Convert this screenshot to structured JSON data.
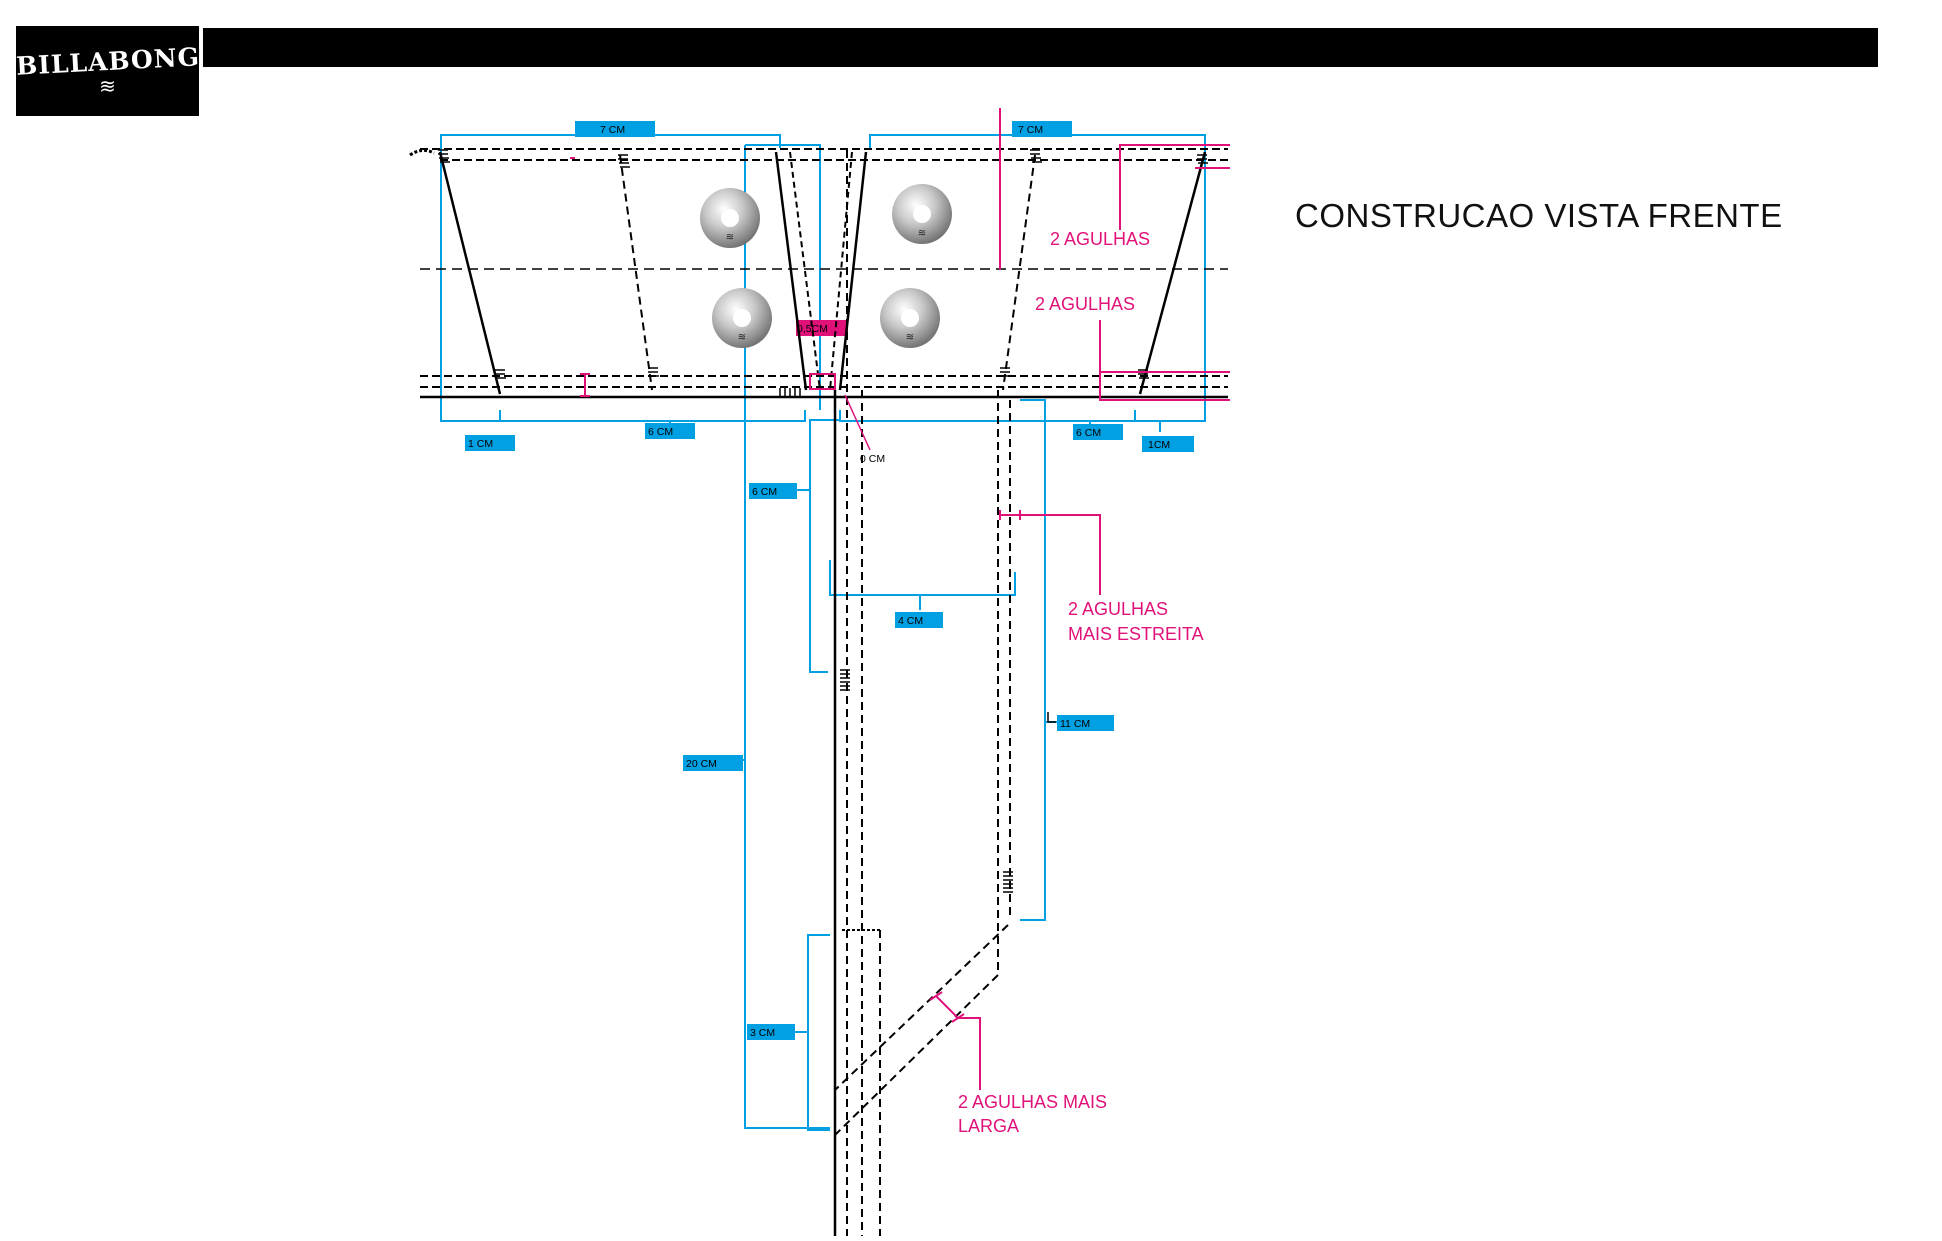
{
  "brand": {
    "name": "BILLABONG",
    "mark": "≋"
  },
  "title": "CONSTRUCAO VISTA FRENTE",
  "dimensions": {
    "top_left": "7 CM",
    "top_right": "7 CM",
    "center_pink": "0,5CM",
    "left_1": "1 CM",
    "left_6": "6 CM",
    "right_6": "6 CM",
    "right_1": "1CM",
    "zero": "0 CM",
    "fly_6": "6 CM",
    "fly_4": "4 CM",
    "fly_11": "11 CM",
    "fly_20": "20 CM",
    "fly_3": "3 CM"
  },
  "notes": {
    "two_needles_1": "2 AGULHAS",
    "two_needles_2": "2 AGULHAS",
    "narrow_1": "2 AGULHAS",
    "narrow_2": "MAIS ESTREITA",
    "wide_1": "2 AGULHAS MAIS",
    "wide_2": "LARGA"
  },
  "colors": {
    "dimension": "#00a0e3",
    "note": "#e0127a",
    "line": "#000000"
  }
}
